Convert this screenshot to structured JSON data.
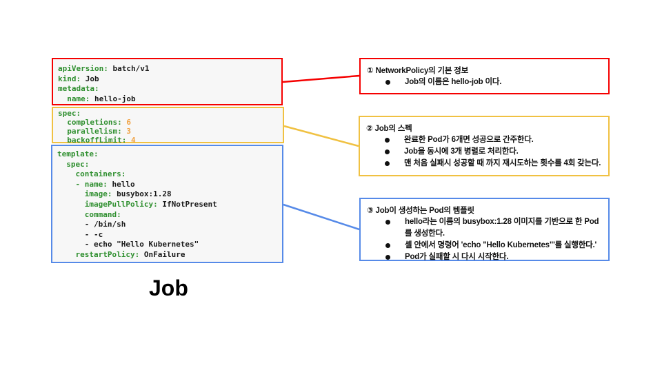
{
  "title": "Job",
  "colors": {
    "red": "#f50000",
    "yellow": "#f0c142",
    "blue": "#568ae8",
    "key_green": "#2f8f2f",
    "num_orange": "#f0a243",
    "code_bg": "#f7f7f7"
  },
  "code_boxes": [
    {
      "name": "job-metadata-yaml",
      "accent": "red",
      "lines": [
        [
          {
            "t": "apiVersion:",
            "c": "k"
          },
          {
            "t": " batch/v1",
            "c": "v"
          }
        ],
        [
          {
            "t": "kind:",
            "c": "k"
          },
          {
            "t": " Job",
            "c": "v"
          }
        ],
        [
          {
            "t": "metadata:",
            "c": "k"
          }
        ],
        [
          {
            "t": "  name:",
            "c": "k"
          },
          {
            "t": " hello-job",
            "c": "v"
          }
        ]
      ]
    },
    {
      "name": "job-spec-yaml",
      "accent": "yellow",
      "lines": [
        [
          {
            "t": "spec:",
            "c": "k"
          }
        ],
        [
          {
            "t": "  completions:",
            "c": "k"
          },
          {
            "t": " 6",
            "c": "n"
          }
        ],
        [
          {
            "t": "  parallelism:",
            "c": "k"
          },
          {
            "t": " 3",
            "c": "n"
          }
        ],
        [
          {
            "t": "  backoffLimit:",
            "c": "k"
          },
          {
            "t": " 4",
            "c": "n"
          }
        ]
      ]
    },
    {
      "name": "job-template-yaml",
      "accent": "blue",
      "lines": [
        [
          {
            "t": "template:",
            "c": "k"
          }
        ],
        [
          {
            "t": "  spec:",
            "c": "k"
          }
        ],
        [
          {
            "t": "    containers:",
            "c": "k"
          }
        ],
        [
          {
            "t": "    - name:",
            "c": "k"
          },
          {
            "t": " hello",
            "c": "v"
          }
        ],
        [
          {
            "t": "      image:",
            "c": "k"
          },
          {
            "t": " busybox:1.28",
            "c": "v"
          }
        ],
        [
          {
            "t": "      imagePullPolicy:",
            "c": "k"
          },
          {
            "t": " IfNotPresent",
            "c": "v"
          }
        ],
        [
          {
            "t": "      command:",
            "c": "k"
          }
        ],
        [
          {
            "t": "      - /bin/sh",
            "c": "v"
          }
        ],
        [
          {
            "t": "      - -c",
            "c": "v"
          }
        ],
        [
          {
            "t": "      - echo \"Hello Kubernetes\"",
            "c": "v"
          }
        ],
        [
          {
            "t": "    restartPolicy:",
            "c": "k"
          },
          {
            "t": " OnFailure",
            "c": "v"
          }
        ]
      ]
    }
  ],
  "notes": [
    {
      "accent": "red",
      "heading": "① NetworkPolicy의 기본 정보",
      "bullets": [
        "Job의 이름은 hello-job 이다."
      ]
    },
    {
      "accent": "yellow",
      "heading": "② Job의 스펙",
      "bullets": [
        "완료한 Pod가 6개면 성공으로 간주한다.",
        "Job을 동시에 3개 병렬로 처리한다.",
        "맨 처음 실패시 성공할 때 까지 재시도하는 횟수를 4회 갖는다."
      ]
    },
    {
      "accent": "blue",
      "heading": "③ Job이 생성하는 Pod의 템플릿",
      "bullets": [
        "hello라는 이름의 busybox:1.28 이미지를 기반으로 한 Pod를 생성한다.",
        "셸 안에서 명령어 'echo \"Hello Kubernetes\"'를 실행한다.'",
        "Pod가 실패할 시 다시 시작한다."
      ]
    }
  ]
}
